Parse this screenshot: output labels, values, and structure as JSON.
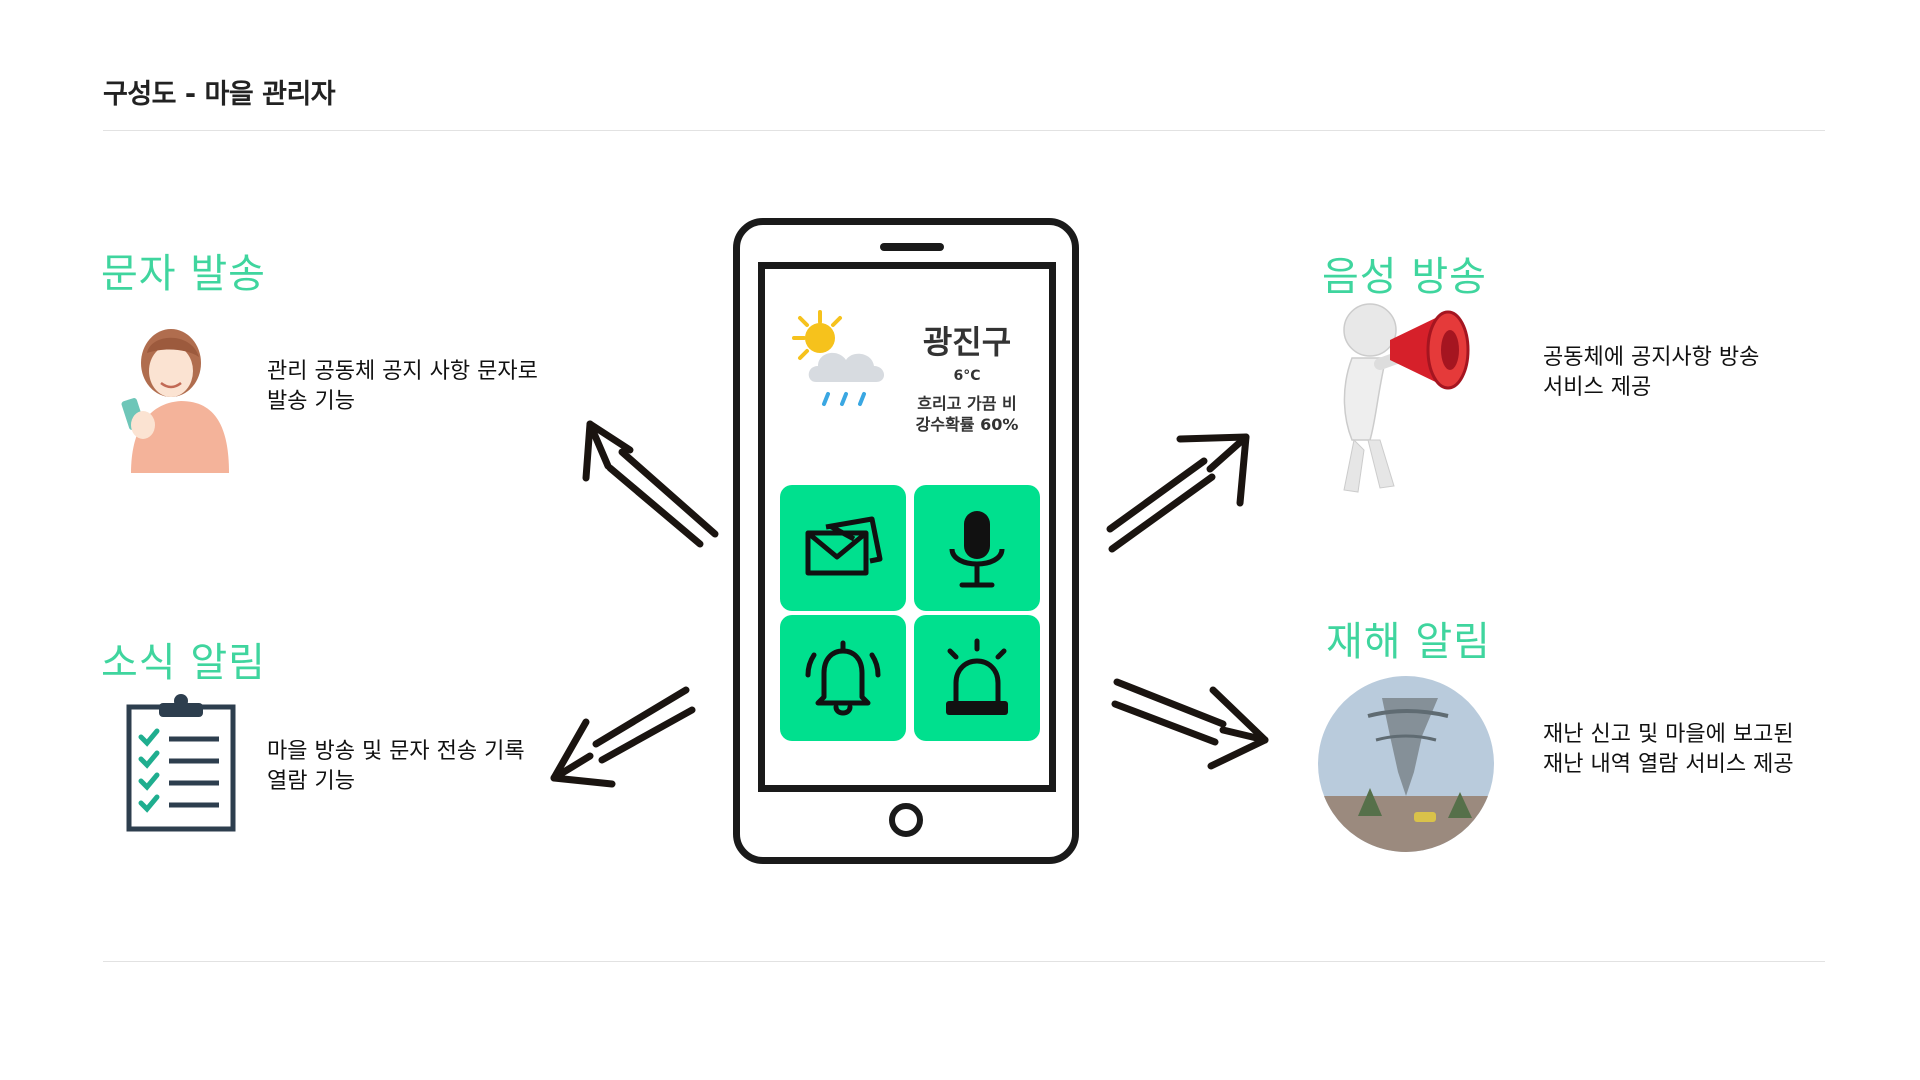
{
  "page": {
    "title": "구성도 - 마을 관리자"
  },
  "phone": {
    "weather": {
      "icon": "rain-cloud-sun-icon",
      "location": "광진구",
      "temperature": "6°C",
      "condition": "흐리고 가끔 비",
      "precipitation": "강수확률 60%"
    },
    "tiles": [
      {
        "icon": "mail-icon"
      },
      {
        "icon": "microphone-icon"
      },
      {
        "icon": "bell-icon"
      },
      {
        "icon": "siren-icon"
      }
    ]
  },
  "features": {
    "sms": {
      "title": "문자 발송",
      "lines": [
        "관리 공동체 공지 사항 문자로",
        "발송 기능"
      ]
    },
    "voice": {
      "title": "음성 방송",
      "lines": [
        "공동체에 공지사항 방송",
        "서비스 제공"
      ]
    },
    "news": {
      "title": "소식 알림",
      "lines": [
        "마을 방송 및 문자 전송 기록",
        "열람 기능"
      ]
    },
    "disaster": {
      "title": "재해 알림",
      "lines": [
        "재난 신고 및 마을에 보고된",
        "재난 내역 열람 서비스 제공"
      ]
    }
  },
  "colors": {
    "accent": "#3fd59e",
    "tile": "#00e08e",
    "outline": "#1a1a1a"
  }
}
